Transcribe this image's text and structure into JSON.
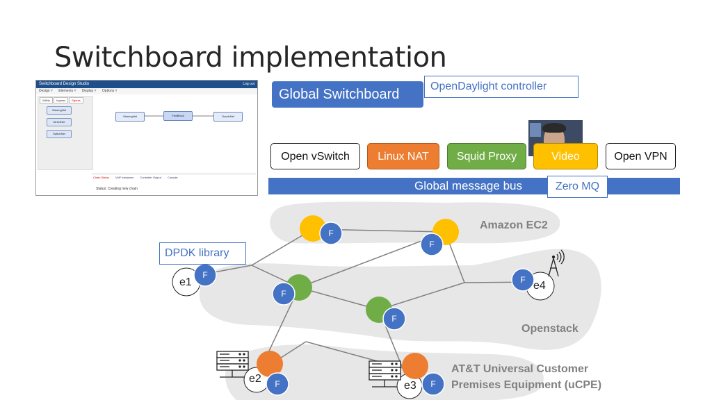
{
  "title": "Switchboard implementation",
  "screenshot": {
    "app_title": "Switchboard Design Studio",
    "header_right": "Log out",
    "menu": [
      "Design ˅",
      "Elements ˅",
      "Display ˅",
      "Options ˅"
    ],
    "tabs": [
      "WANs",
      "Ingress",
      "Egress"
    ],
    "palette": [
      "WanIngNet",
      "DirectNet",
      "SwitchNet"
    ],
    "nodes": [
      "WanIngNet",
      "FwdBlock",
      "OracleNet"
    ],
    "bottom_tabs": [
      "Chain Status",
      "VNF Instances",
      "Controller Output",
      "Console"
    ],
    "status": "Status: Creating new chain"
  },
  "global_switchboard": "Global Switchboard",
  "opendaylight": "OpenDaylight controller",
  "functions": {
    "ovs": "Open vSwitch",
    "nat": "Linux NAT",
    "squid": "Squid Proxy",
    "video": "Video",
    "ovpn": "Open VPN"
  },
  "bus": "Global message bus",
  "zmq": "Zero MQ",
  "dpdk": "DPDK  library",
  "regions": {
    "ec2": "Amazon EC2",
    "openstack": "Openstack",
    "ucpe_line1": "AT&T Universal Customer",
    "ucpe_line2": "Premises Equipment (uCPE)"
  },
  "endpoints": {
    "e1": "e1",
    "e2": "e2",
    "e3": "e3",
    "e4": "e4"
  },
  "forwarder_label": "F",
  "colors": {
    "blue": "#4472c4",
    "orange": "#ed7d31",
    "green": "#70ad47",
    "yellow": "#ffc000",
    "cloud": "#e7e7e7"
  },
  "icons": [
    "server-rack-icon",
    "radio-tower-icon",
    "webcam-presenter"
  ]
}
